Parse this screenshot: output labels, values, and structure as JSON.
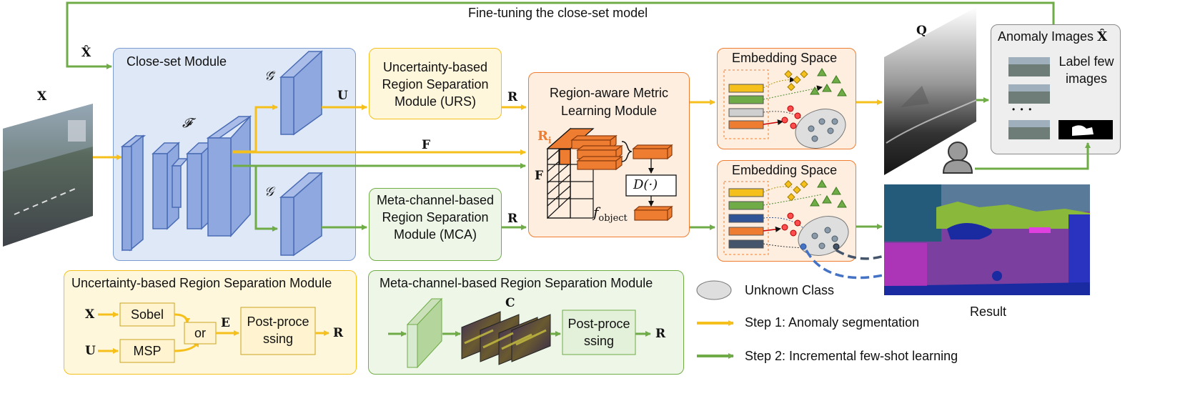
{
  "top_caption": "Fine-tuning the close-set model",
  "inputs": {
    "x": "X",
    "x_hat": "X̂"
  },
  "close_set": {
    "title": "Close-set Module",
    "f": "𝓕",
    "g_bar": "𝒢̄",
    "g": "𝒢",
    "u": "U",
    "f_feat": "F"
  },
  "urs": {
    "text": "Uncertainty-based Region Separation Module (URS)",
    "r": "R"
  },
  "mca": {
    "text": "Meta-channel-based Region Separation Module (MCA)",
    "r": "R"
  },
  "ram": {
    "title": "Region-aware Metric Learning Module",
    "ri": "R",
    "ri_sub": "i",
    "f": "F",
    "d": "D(·)",
    "fobj": "f",
    "fobj_sub": "object"
  },
  "embed": {
    "title1": "Embedding Space",
    "title2": "Embedding Space"
  },
  "q_label": "Q",
  "anomaly": {
    "title": "Anomaly Images ",
    "title_sym": "X̂",
    "label_text": "Label few images",
    "dots": "• • •"
  },
  "result_label": "Result",
  "urs_detail": {
    "title": "Uncertainty-based Region Separation Module",
    "x": "X",
    "u": "U",
    "sobel": "Sobel",
    "msp": "MSP",
    "or": "or",
    "e": "E",
    "post": "Post-processing",
    "r": "R"
  },
  "mca_detail": {
    "title": "Meta-channel-based Region Separation Module",
    "c": "C",
    "post": "Post-processing",
    "r": "R"
  },
  "legend": {
    "unknown": "Unknown Class",
    "step1": "Step 1: Anomaly segmentation",
    "step2": "Step 2: Incremental few-shot learning"
  },
  "colors": {
    "yellow": "#f5c01c",
    "green": "#6fac47",
    "blue_box": "#8fa8e0",
    "orange": "#ee7d31"
  }
}
